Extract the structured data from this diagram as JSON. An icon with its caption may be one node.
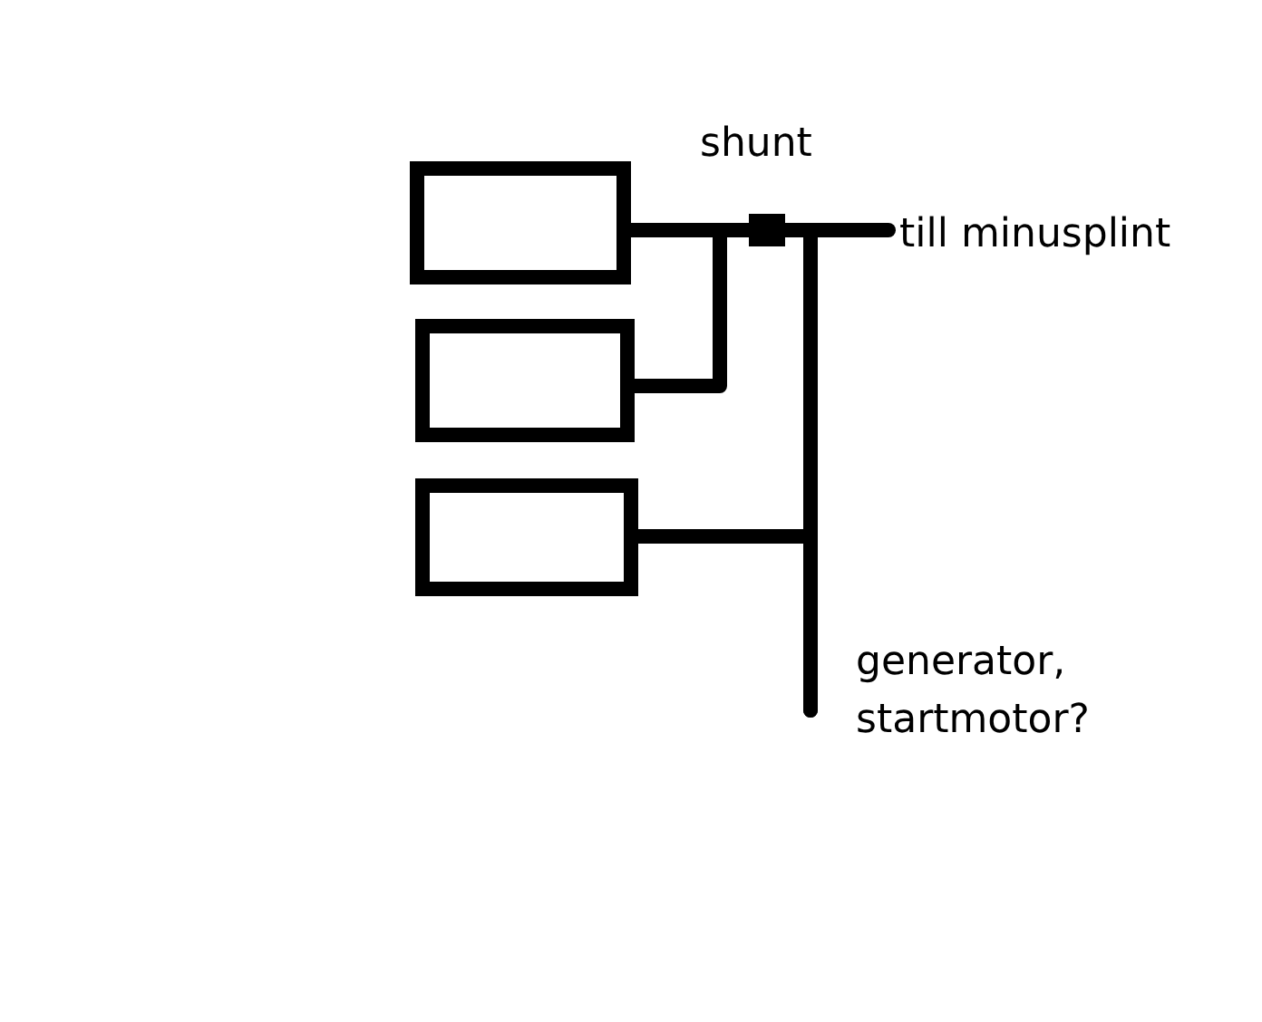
{
  "diagram": {
    "nodes": [
      {
        "text": [],
        "shape": "box"
      },
      {
        "text": [],
        "shape": "box"
      },
      {
        "text": [],
        "shape": "box"
      },
      {
        "text": [
          "shunt"
        ]
      },
      {
        "text": [
          "till minusplint"
        ]
      },
      {
        "text": [
          "generator, startmotor?"
        ]
      }
    ],
    "edges": [
      {
        "from": 0,
        "to": 3,
        "arrow": "none"
      },
      {
        "from": 1,
        "to": 3,
        "arrow": "none"
      },
      {
        "from": 3,
        "to": 4,
        "arrow": "none"
      },
      {
        "from": 3,
        "to": 5,
        "arrow": "none"
      },
      {
        "from": 2,
        "to": 5,
        "arrow": "none"
      }
    ]
  }
}
